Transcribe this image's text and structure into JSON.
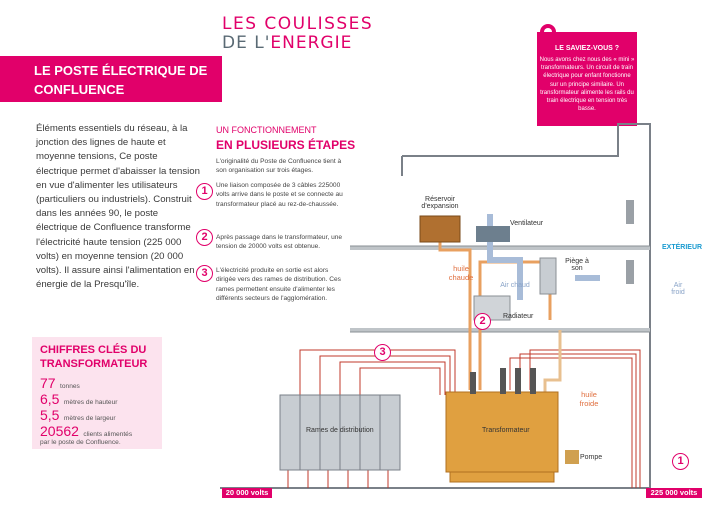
{
  "brand": {
    "line1": "LES COULISSES",
    "line2_prefix": "DE L'",
    "line2_suffix": "ENERGIE"
  },
  "page_title": "LE POSTE ÉLECTRIQUE DE CONFLUENCE",
  "sidebar": {
    "title": "LE SAVIEZ-VOUS ?",
    "text": "Nous avons chez nous des « mini » transformateurs. Un circuit de train électrique pour enfant fonctionne sur un principe similaire. Un transformateur alimente les rails du train électrique en tension très basse."
  },
  "intro": "Éléments essentiels du réseau, à la jonction des lignes de haute et moyenne tensions, Ce poste électrique permet d'abaisser la tension en vue d'alimenter les utilisateurs (particuliers ou industriels). Construit dans les années 90, le poste électrique de Confluence transforme l'électricité haute tension (225 000 volts) en moyenne tension (20 000 volts). Il assure ainsi l'alimentation en énergie de la Presqu'île.",
  "functioning": {
    "kicker": "UN FONCTIONNEMENT",
    "heading": "EN PLUSIEURS ÉTAPES",
    "lead": "L'originalité du Poste de Confluence tient à son organisation sur trois étages.",
    "steps": [
      {
        "num": "1",
        "text": "Une liaison composée de 3 câbles 225000 volts arrive dans le poste et se connecte au transformateur placé au rez-de-chaussée."
      },
      {
        "num": "2",
        "text": "Après passage dans le transformateur, une tension de 20000 volts est obtenue."
      },
      {
        "num": "3",
        "text": "L'électricité produite en sortie est alors dirigée vers des rames de distribution. Ces rames permettent ensuite d'alimenter les différents secteurs de l'agglomération."
      }
    ]
  },
  "key_figures": {
    "title": "CHIFFRES CLÉS DU TRANSFORMATEUR",
    "items": [
      {
        "value": "77",
        "label": "tonnes"
      },
      {
        "value": "6,5",
        "label": "mètres de hauteur"
      },
      {
        "value": "5,5",
        "label": "mètres de largeur"
      },
      {
        "value": "20562",
        "label": "clients alimentés"
      }
    ],
    "footnote": "par le poste de Confluence."
  },
  "diagram": {
    "reservoir": "Réservoir d'expansion",
    "ventilateur": "Ventilateur",
    "exterieur": "EXTÉRIEUR",
    "huile_chaude": "huile chaude",
    "piege": "Piège à son",
    "air_chaud": "Air chaud",
    "air_froid": "Air froid",
    "radiateur": "Radiateur",
    "huile_froide": "huile froide",
    "rames": "Rames de distribution",
    "transformateur": "Transformateur",
    "pompe": "Pompe",
    "step1": "1",
    "step2": "2",
    "step3": "3",
    "volt_low": "20 000 volts",
    "volt_high": "225 000 volts"
  },
  "colors": {
    "accent": "#e1006a",
    "hot": "#e8a060",
    "cold": "#8aa4c8",
    "cable": "#c0392b"
  }
}
